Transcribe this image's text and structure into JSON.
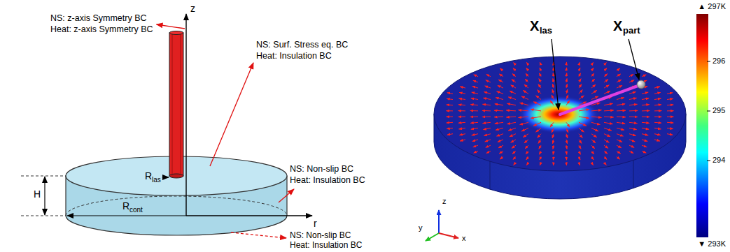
{
  "diagram": {
    "labels": [
      "NS: z-axis Symmetry BC",
      "Heat: z-axis Symmetry BC",
      "z",
      "NS: Surf. Stress eq. BC",
      "Heat: Insulation BC",
      "H",
      "R",
      "las",
      "NS: Non-slip BC",
      "Heat: Insulation BC",
      "r",
      "R",
      "cont",
      "NS: Non-slip BC",
      "Heat: Insulation BC",
      "X",
      "las",
      "X",
      "part",
      "z",
      "y",
      "x",
      "▲ 297K",
      "296",
      "295",
      "294",
      "▼ 293K"
    ]
  }
}
